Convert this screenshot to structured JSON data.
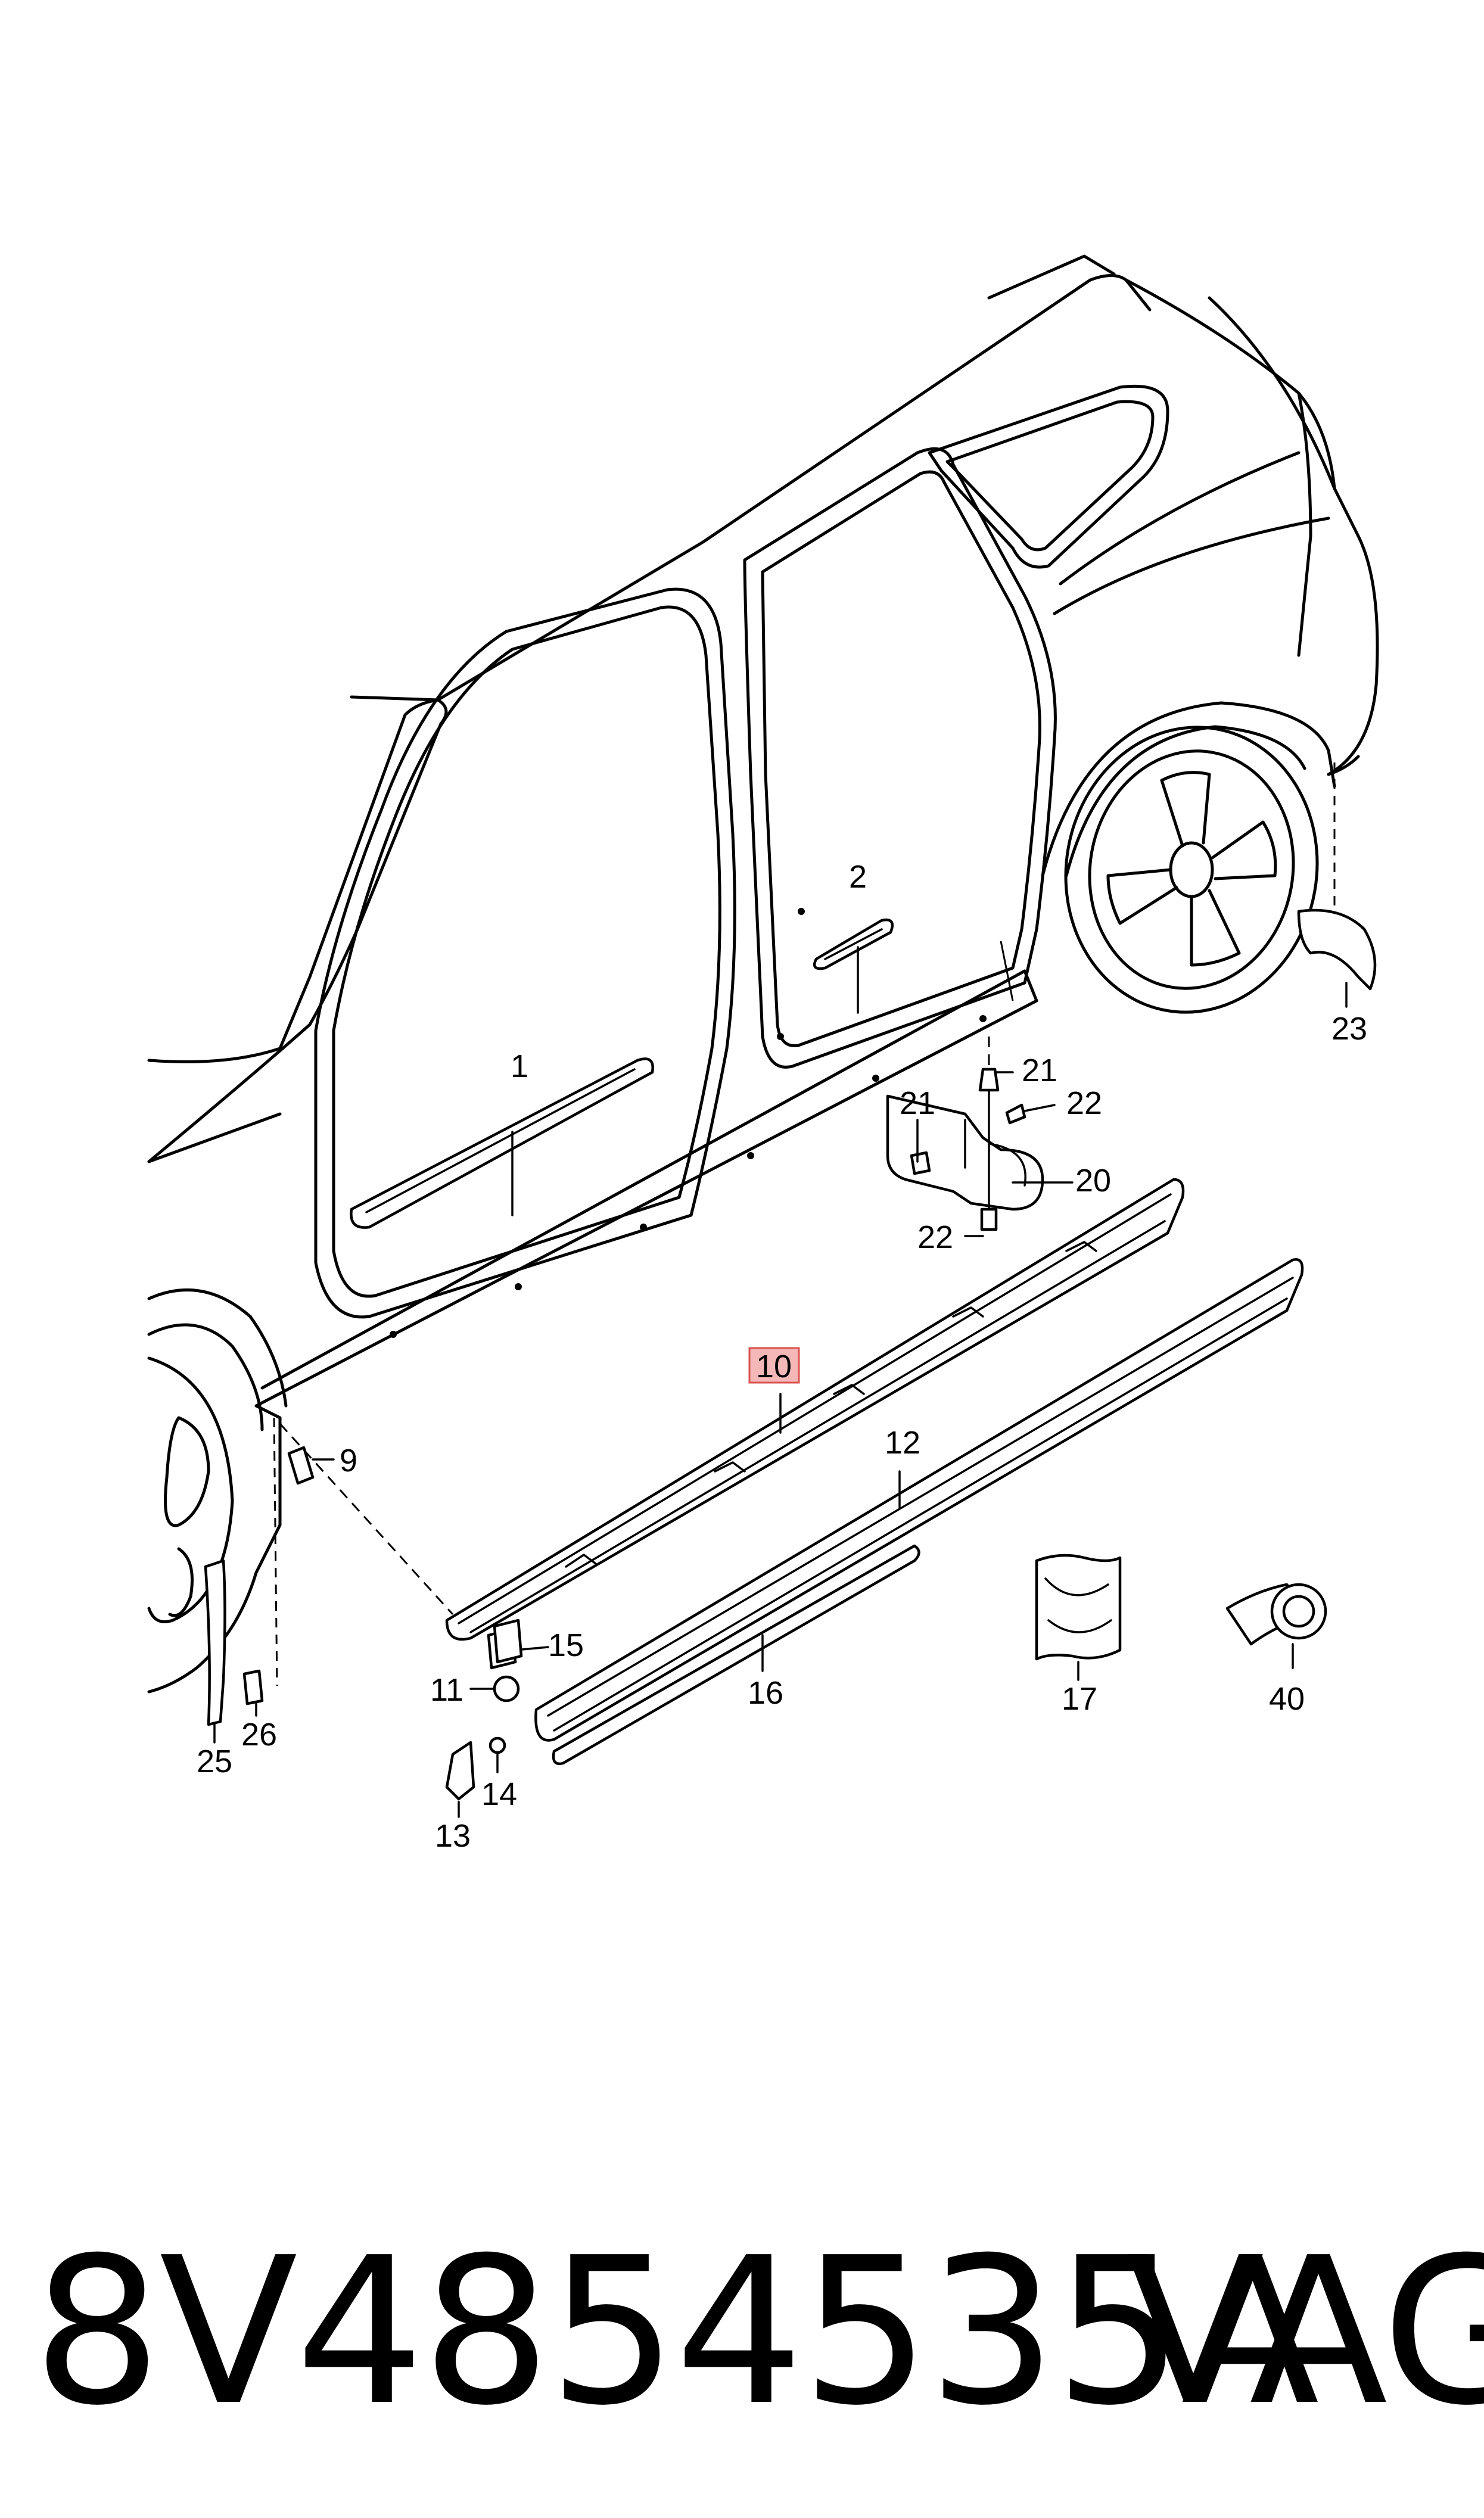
{
  "callouts": {
    "c1": "1",
    "c2": "2",
    "c9": "9",
    "c10": "10",
    "c11": "11",
    "c12": "12",
    "c13": "13",
    "c14": "14",
    "c15": "15",
    "c16": "16",
    "c17": "17",
    "c20": "20",
    "c21a": "21",
    "c21b": "21",
    "c22a": "22",
    "c22b": "22",
    "c23": "23",
    "c25": "25",
    "c26": "26",
    "c40": "40"
  },
  "highlight": {
    "label": "10",
    "color": "#f4b8b8",
    "border": "#d9534f"
  },
  "footer": {
    "part_number": "8V4854535A",
    "brand": "VAG"
  }
}
